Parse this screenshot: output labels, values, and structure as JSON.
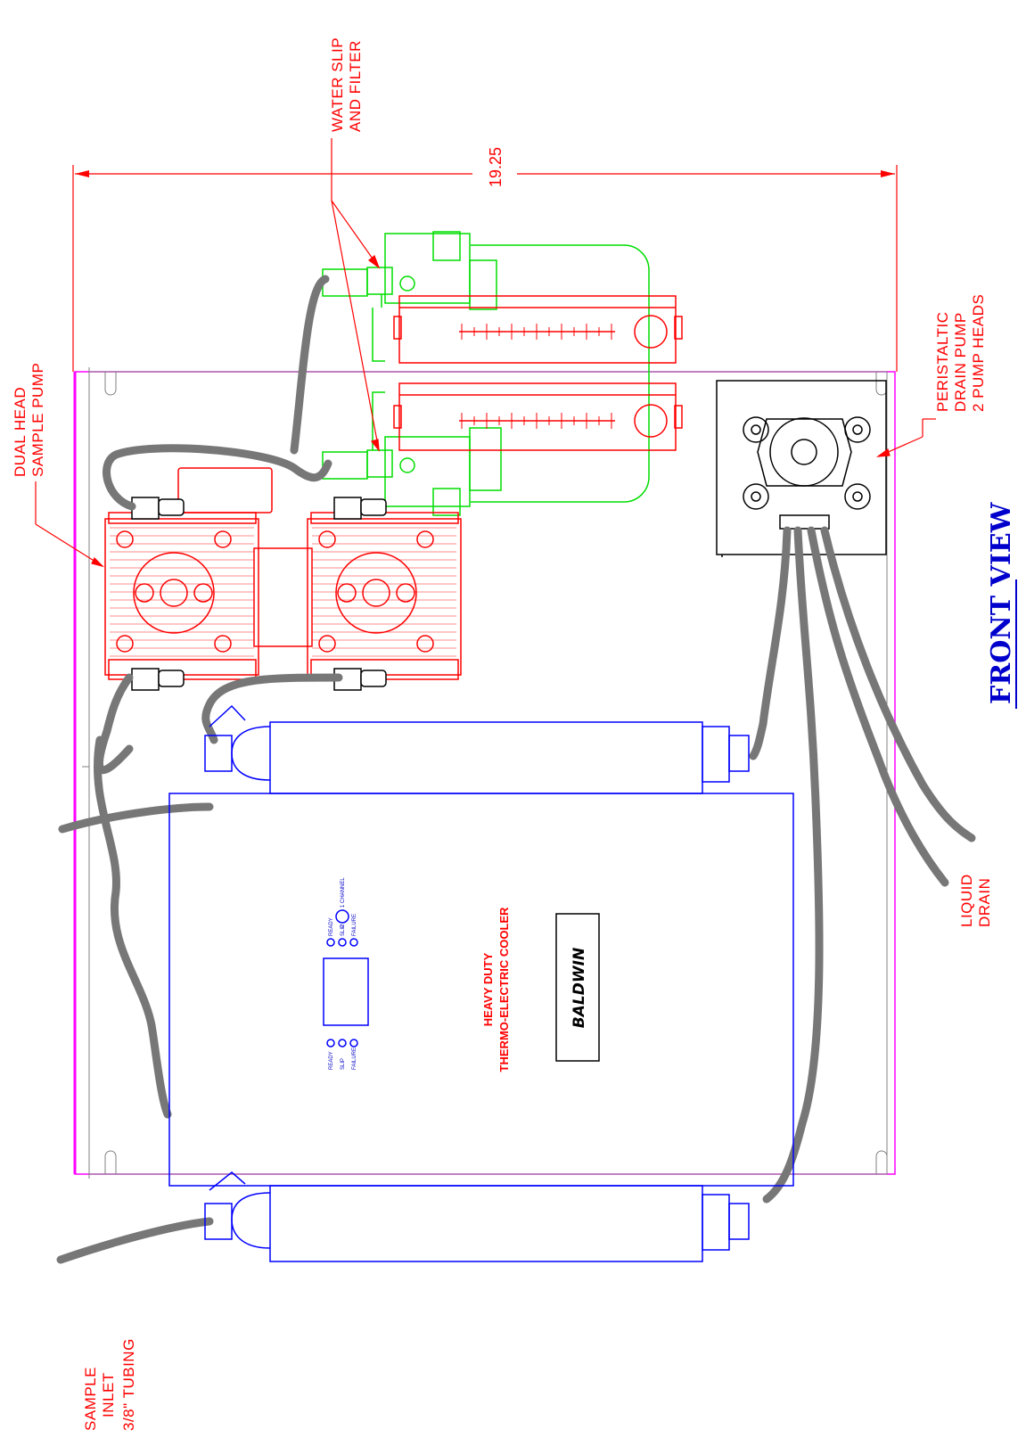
{
  "dimension": {
    "width_value": "19.25"
  },
  "labels": {
    "water_slip_line1": "WATER SLIP",
    "water_slip_line2": "AND FILTER",
    "dual_head_line1": "DUAL HEAD",
    "dual_head_line2": "SAMPLE PUMP",
    "peristaltic_line1": "PERISTALTIC",
    "peristaltic_line2": "DRAIN PUMP",
    "peristaltic_line3": "2 PUMP HEADS",
    "liquid_drain_line1": "LIQUID",
    "liquid_drain_line2": "DRAIN",
    "sample_inlet_line1": "SAMPLE",
    "sample_inlet_line2": "INLET",
    "sample_inlet_line3": "3/8\" TUBING"
  },
  "cooler": {
    "title_line1": "HEAVY DUTY",
    "title_line2": "THERMO-ELECTRIC COOLER",
    "brand": "BALDWIN",
    "indicators_left": [
      "READY",
      "SLIP",
      "FAILURE"
    ],
    "indicators_right": [
      "READY",
      "SLIP",
      "FAILURE"
    ],
    "channel_labels": [
      "2",
      "1 CHANNEL"
    ]
  },
  "view_title": "FRONT VIEW",
  "colors": {
    "frame": "#ff00ff",
    "dimension": "#ff0000",
    "pump": "#ff0000",
    "filter": "#00dd00",
    "cooler": "#0000ff",
    "tubing": "#777777"
  }
}
